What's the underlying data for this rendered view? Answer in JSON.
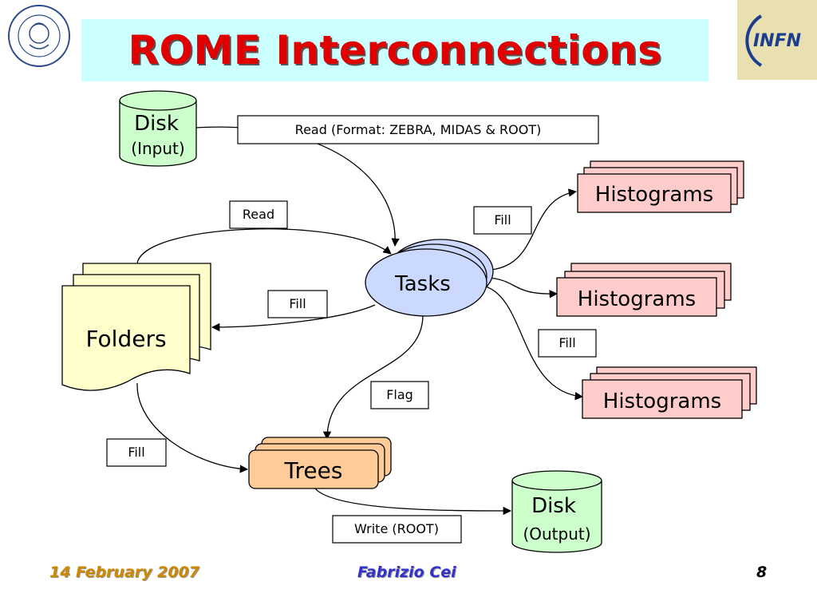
{
  "title": "ROME Interconnections",
  "logos": {
    "university_seal": "university-seal",
    "infn_logo_text": "INFN"
  },
  "nodes": {
    "disk_input": {
      "line1": "Disk",
      "line2": "(Input)"
    },
    "disk_output": {
      "line1": "Disk",
      "line2": "(Output)"
    },
    "tasks": "Tasks",
    "folders": "Folders",
    "trees": "Trees",
    "histograms_1": "Histograms",
    "histograms_2": "Histograms",
    "histograms_3": "Histograms"
  },
  "edge_labels": {
    "read_format": "Read (Format: ZEBRA, MIDAS & ROOT)",
    "read": "Read",
    "fill_folders": "Fill",
    "fill_hist1": "Fill",
    "fill_hist3": "Fill",
    "flag": "Flag",
    "fill_trees": "Fill",
    "write_root": "Write (ROOT)"
  },
  "footer": {
    "date": "14 February 2007",
    "author": "Fabrizio Cei",
    "page": "8"
  },
  "colors": {
    "title": "#e00000",
    "title_bg": "#ccffff",
    "disk": "#ccffcc",
    "tasks": "#ccd9ff",
    "folders": "#ffffcc",
    "histograms": "#ffcccc",
    "trees": "#ffcc99"
  }
}
